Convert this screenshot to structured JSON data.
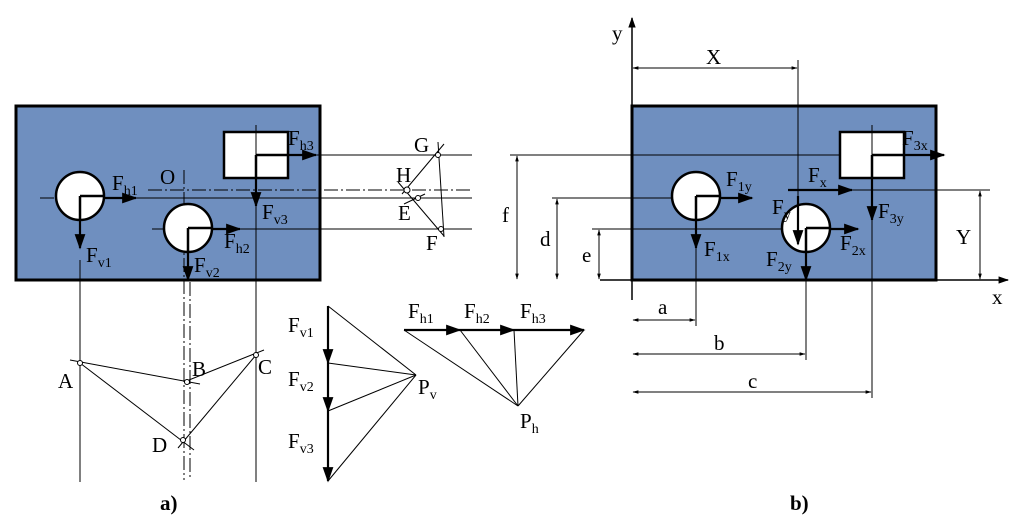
{
  "captions": {
    "a": "a)",
    "b": "b)"
  },
  "left": {
    "origin": "O",
    "forces": {
      "Fh1": {
        "main": "F",
        "sub": "h1"
      },
      "Fh2": {
        "main": "F",
        "sub": "h2"
      },
      "Fh3": {
        "main": "F",
        "sub": "h3"
      },
      "Fv1": {
        "main": "F",
        "sub": "v1"
      },
      "Fv2": {
        "main": "F",
        "sub": "v2"
      },
      "Fv3": {
        "main": "F",
        "sub": "v3"
      }
    },
    "funicular_h": {
      "G": "G",
      "H": "H",
      "E": "E",
      "F": "F"
    },
    "funicular_v": {
      "A": "A",
      "B": "B",
      "C": "C",
      "D": "D"
    },
    "polygon_v": {
      "Fv1": {
        "main": "F",
        "sub": "v1"
      },
      "Fv2": {
        "main": "F",
        "sub": "v2"
      },
      "Fv3": {
        "main": "F",
        "sub": "v3"
      },
      "pole": {
        "main": "P",
        "sub": "v"
      }
    },
    "polygon_h": {
      "Fh1": {
        "main": "F",
        "sub": "h1"
      },
      "Fh2": {
        "main": "F",
        "sub": "h2"
      },
      "Fh3": {
        "main": "F",
        "sub": "h3"
      },
      "pole": {
        "main": "P",
        "sub": "h"
      }
    }
  },
  "right": {
    "axes": {
      "x": "x",
      "y": "y"
    },
    "dims": {
      "X": "X",
      "Y": "Y",
      "a": "a",
      "b": "b",
      "c": "c",
      "d": "d",
      "e": "e",
      "f": "f"
    },
    "forces": {
      "F1y": {
        "main": "F",
        "sub": "1y"
      },
      "F1x": {
        "main": "F",
        "sub": "1x"
      },
      "F2y": {
        "main": "F",
        "sub": "2y"
      },
      "F2x": {
        "main": "F",
        "sub": "2x"
      },
      "F3y": {
        "main": "F",
        "sub": "3y"
      },
      "F3x": {
        "main": "F",
        "sub": "3x"
      },
      "Fx": {
        "main": "F",
        "sub": "x"
      },
      "Fy": {
        "main": "F",
        "sub": "y"
      }
    }
  }
}
